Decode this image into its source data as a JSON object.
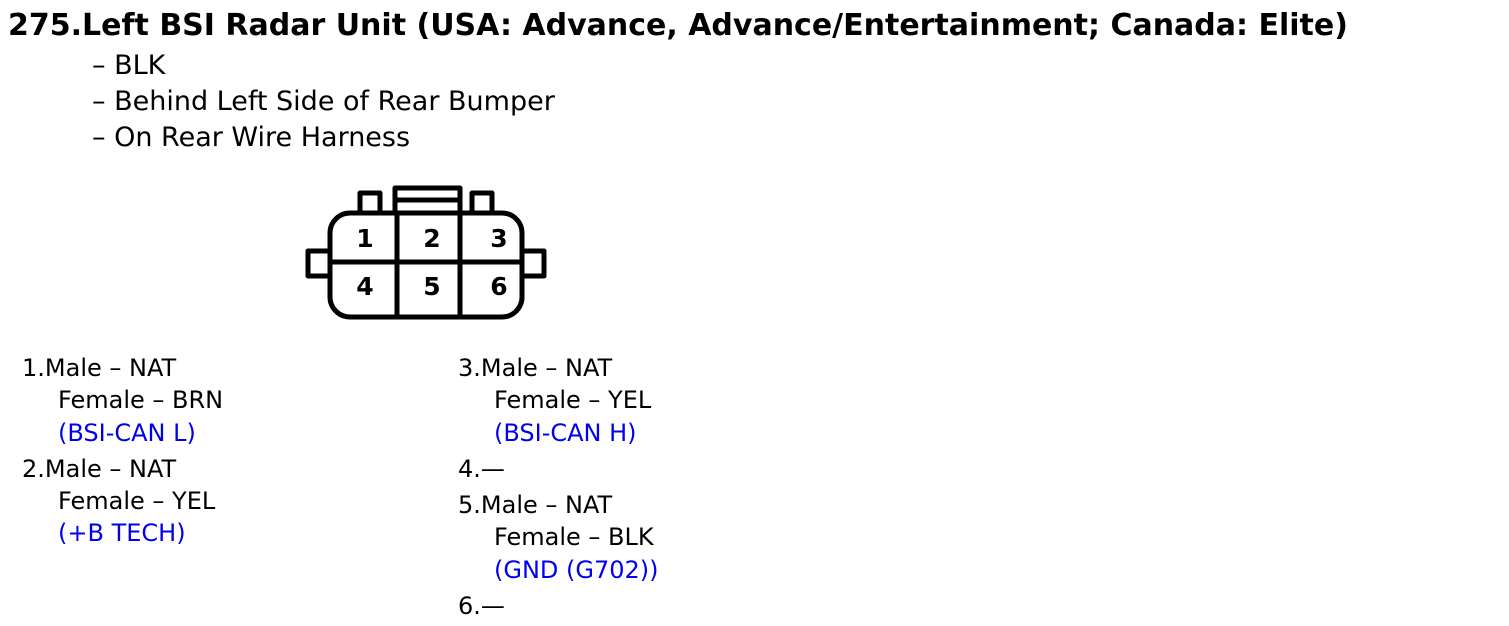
{
  "title": "275.Left BSI Radar Unit (USA: Advance, Advance/Entertainment; Canada: Elite)",
  "details": [
    "– BLK",
    "– Behind Left Side of Rear Bumper",
    "– On Rear Wire Harness"
  ],
  "connector": {
    "cavities": [
      "1",
      "2",
      "3",
      "4",
      "5",
      "6"
    ]
  },
  "pins": {
    "p1": {
      "line1": "1.Male – NAT",
      "line2": "Female – BRN",
      "signal": "(BSI-CAN L)"
    },
    "p2": {
      "line1": "2.Male – NAT",
      "line2": "Female – YEL",
      "signal": "(+B TECH)"
    },
    "p3": {
      "line1": "3.Male – NAT",
      "line2": "Female – YEL",
      "signal": "(BSI-CAN H)"
    },
    "p4": {
      "line1": "4.—"
    },
    "p5": {
      "line1": "5.Male – NAT",
      "line2": "Female – BLK",
      "signal": "(GND (G702))"
    },
    "p6": {
      "line1": "6.—"
    }
  },
  "colors": {
    "signal": "#0000ee",
    "text": "#000000"
  }
}
